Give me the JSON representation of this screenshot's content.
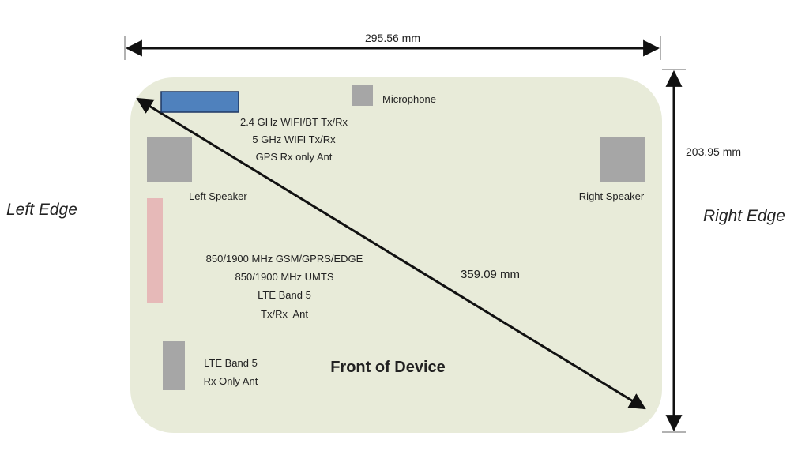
{
  "dimensions": {
    "width_label": "295.56 mm",
    "height_label": "203.95 mm",
    "diagonal_label": "359.09 mm"
  },
  "edges": {
    "left": "Left Edge",
    "right": "Right Edge"
  },
  "device_title": "Front of Device",
  "components": {
    "microphone": "Microphone",
    "left_speaker": "Left Speaker",
    "right_speaker": "Right Speaker",
    "wifi_antenna_lines": [
      "2.4 GHz WIFI/BT Tx/Rx",
      "5 GHz WIFI Tx/Rx",
      "GPS Rx only Ant"
    ],
    "main_antenna_lines": [
      "850/1900 MHz GSM/GPRS/EDGE",
      "850/1900 MHz UMTS",
      "LTE Band 5",
      "Tx/Rx  Ant"
    ],
    "lte_rx_lines": [
      "LTE Band 5",
      "Rx Only Ant"
    ]
  },
  "colors": {
    "device_body": "#e8ebd9",
    "wifi_antenna": "#4f81bd",
    "main_antenna": "#e6b9b8",
    "component_gray": "#a6a6a6"
  }
}
